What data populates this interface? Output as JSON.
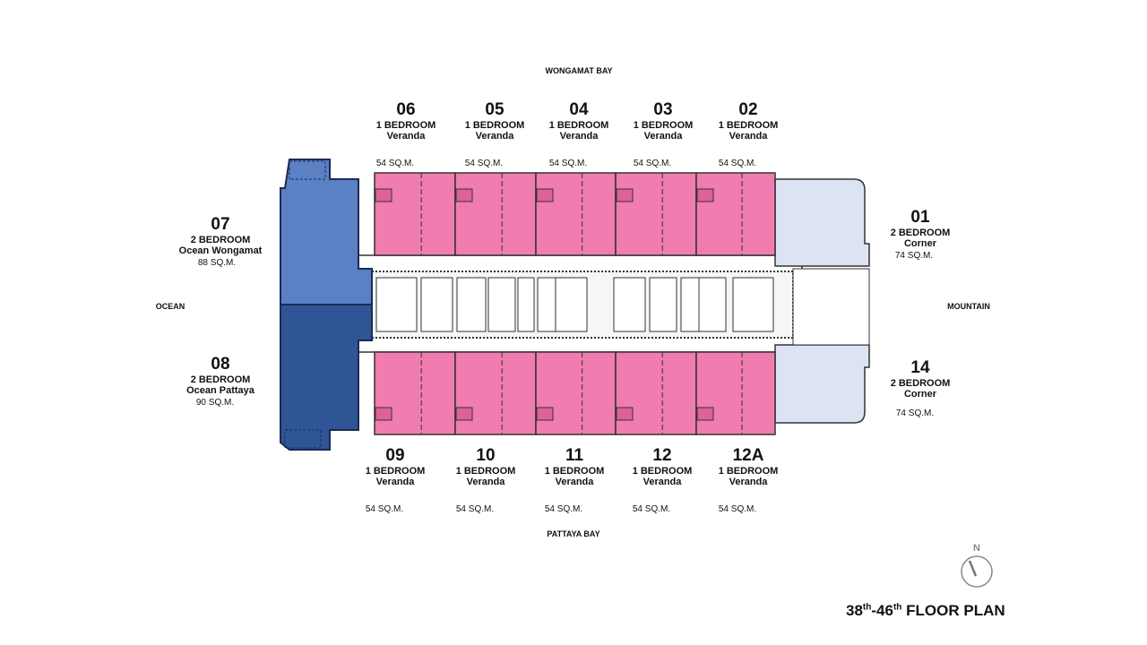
{
  "directions": {
    "top": "WONGAMAT BAY",
    "bottom": "PATTAYA BAY",
    "left": "OCEAN",
    "right": "MOUNTAIN"
  },
  "units": [
    {
      "id": "06",
      "type": "1 BEDROOM",
      "view": "Veranda",
      "area": "54 SQ.M."
    },
    {
      "id": "05",
      "type": "1 BEDROOM",
      "view": "Veranda",
      "area": "54 SQ.M."
    },
    {
      "id": "04",
      "type": "1 BEDROOM",
      "view": "Veranda",
      "area": "54 SQ.M."
    },
    {
      "id": "03",
      "type": "1 BEDROOM",
      "view": "Veranda",
      "area": "54 SQ.M."
    },
    {
      "id": "02",
      "type": "1 BEDROOM",
      "view": "Veranda",
      "area": "54 SQ.M."
    },
    {
      "id": "09",
      "type": "1 BEDROOM",
      "view": "Veranda",
      "area": "54 SQ.M."
    },
    {
      "id": "10",
      "type": "1 BEDROOM",
      "view": "Veranda",
      "area": "54 SQ.M."
    },
    {
      "id": "11",
      "type": "1 BEDROOM",
      "view": "Veranda",
      "area": "54 SQ.M."
    },
    {
      "id": "12",
      "type": "1 BEDROOM",
      "view": "Veranda",
      "area": "54 SQ.M."
    },
    {
      "id": "12A",
      "type": "1 BEDROOM",
      "view": "Veranda",
      "area": "54 SQ.M."
    },
    {
      "id": "07",
      "type": "2 BEDROOM",
      "view": "Ocean Wongamat",
      "area": "88 SQ.M."
    },
    {
      "id": "08",
      "type": "2 BEDROOM",
      "view": "Ocean Pattaya",
      "area": "90 SQ.M."
    },
    {
      "id": "01",
      "type": "2 BEDROOM",
      "view": "Corner",
      "area": "74 SQ.M."
    },
    {
      "id": "14",
      "type": "2 BEDROOM",
      "view": "Corner",
      "area": "74  SQ.M."
    }
  ],
  "compass": {
    "label": "N"
  },
  "title": {
    "from": "38",
    "from_sup": "th",
    "sep": "-",
    "to": "46",
    "to_sup": "th",
    "rest": " FLOOR PLAN"
  },
  "colors": {
    "one_bed": "#F07CB0",
    "ocean_wongamat": "#5B80C4",
    "ocean_pattaya": "#2F5597",
    "corner": "#DCE4F3"
  }
}
